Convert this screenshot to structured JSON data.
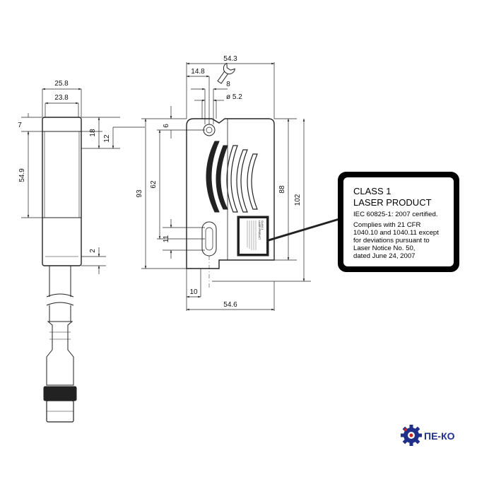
{
  "colors": {
    "line": "#222222",
    "dimension": "#333333",
    "logo_blue": "#1f2f8a",
    "logo_red": "#d62020",
    "label_border": "#000000"
  },
  "dimensions": {
    "side_outer_width": "25.8",
    "side_inner_width": "23.8",
    "side_top": "7",
    "side_height": "54.9",
    "side_bottom": "2",
    "front_width": "54.3",
    "hole_offset": "14.8",
    "wrench": "8",
    "hole_dia": "ø 5.2",
    "height_outer": "93",
    "hole_top": "6",
    "hole_spacing": "62",
    "slot": "11",
    "left_18": "18",
    "left_12": "12",
    "height_88": "88",
    "height_102": "102",
    "bottom_offset": "10",
    "bottom_width": "54.6"
  },
  "label": {
    "line1": "CLASS 1",
    "line2": "LASER PRODUCT",
    "line3": "IEC 60825-1: 2007 certified.",
    "line4": "Complies with 21 CFR",
    "line5": "1040.10 and 1040.11 except",
    "line6": "for deviations pursuant to",
    "line7": "Laser Notice No. 50,",
    "line8": "dated June 24, 2007"
  },
  "mini_label": {
    "line1": "CLASS 1",
    "line2": "LASER PRODUCT"
  },
  "icons": {
    "wrench": "wrench-icon",
    "logo_gear": "gear-icon"
  },
  "logo": {
    "text": "ПЕ-КО"
  }
}
